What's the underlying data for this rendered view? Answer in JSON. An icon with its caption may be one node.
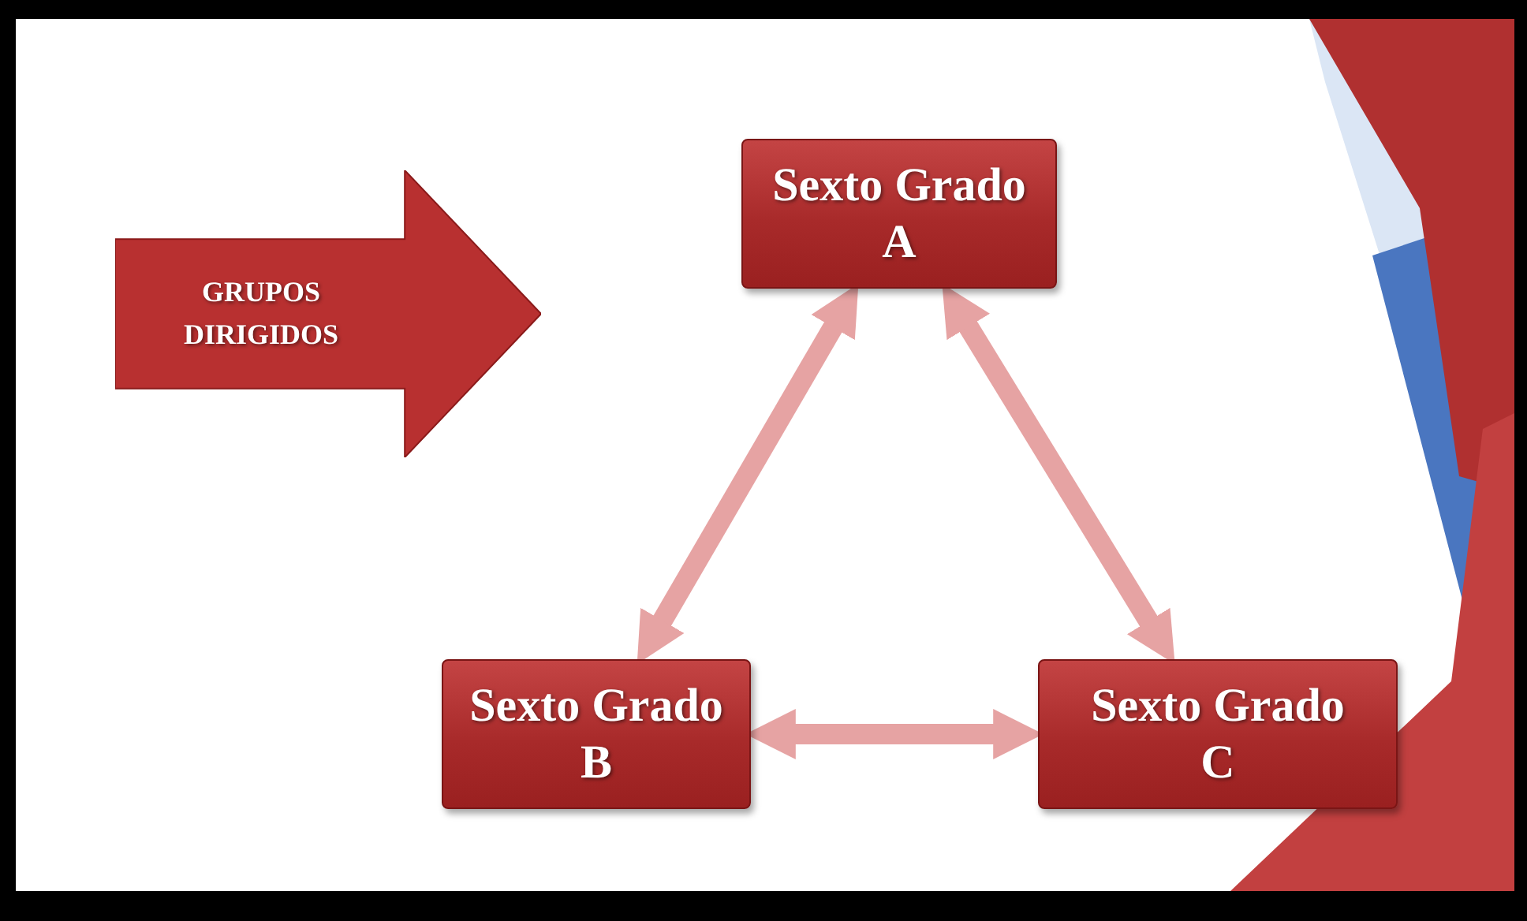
{
  "diagram": {
    "nodes": [
      {
        "text": [
          "GRUPOS DIRIGIDOS"
        ]
      },
      {
        "text": [
          "Sexto Grado A"
        ]
      },
      {
        "text": [
          "Sexto Grado B"
        ]
      },
      {
        "text": [
          "Sexto Grado C"
        ]
      }
    ],
    "edges": [
      {
        "from": 1,
        "to": 2,
        "arrow": "both"
      },
      {
        "from": 1,
        "to": 3,
        "arrow": "both"
      },
      {
        "from": 2,
        "to": 3,
        "arrow": "both"
      }
    ]
  }
}
